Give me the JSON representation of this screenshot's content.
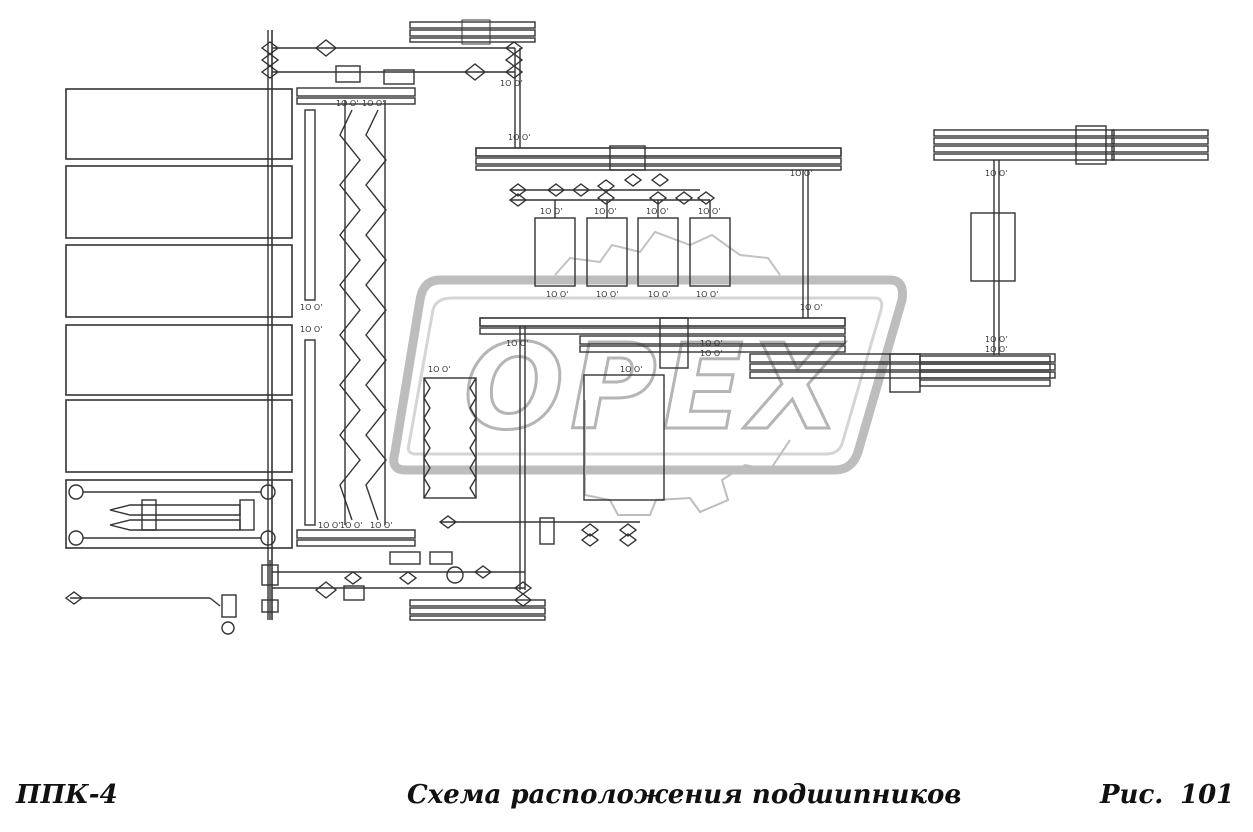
{
  "caption": {
    "model": "ППК-4",
    "title": "Схема расположения подшипников",
    "figure_label": "Рис.",
    "figure_number": "101"
  },
  "watermark": {
    "text": "OPEX",
    "color": "#c8c8c8"
  },
  "colors": {
    "line": "#333333",
    "background": "#ffffff"
  }
}
